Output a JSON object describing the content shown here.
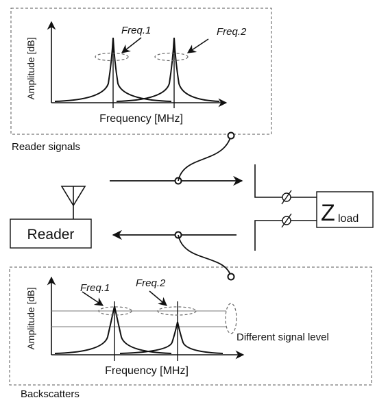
{
  "top_panel": {
    "y_axis_label": "Amplitude [dB]",
    "x_axis_label": "Frequency [MHz]",
    "freq1_label": "Freq.1",
    "freq2_label": "Freq.2",
    "caption": "Reader signals"
  },
  "bottom_panel": {
    "y_axis_label": "Amplitude [dB]",
    "x_axis_label": "Frequency [MHz]",
    "freq1_label": "Freq.1",
    "freq2_label": "Freq.2",
    "annotation": "Different signal level",
    "caption": "Backscatters"
  },
  "reader_label": "Reader",
  "load": {
    "symbol": "Z",
    "subscript": "load"
  }
}
